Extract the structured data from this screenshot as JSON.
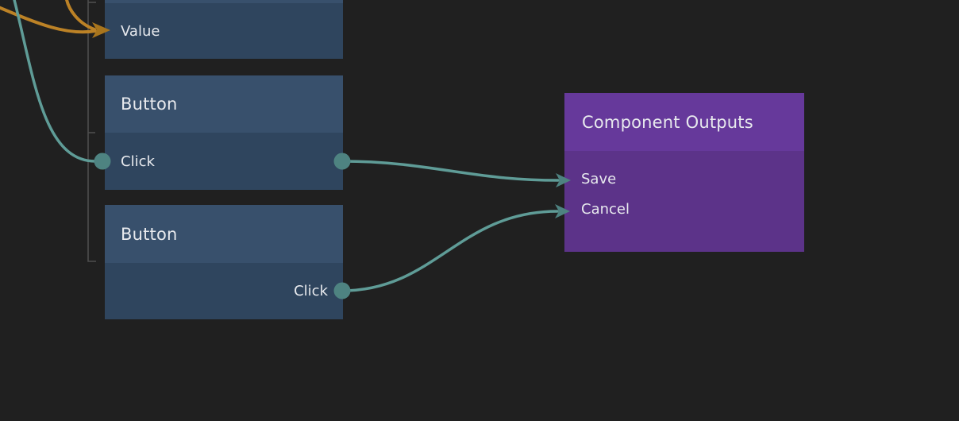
{
  "canvas": {
    "kind": "node-graph-editor",
    "background": "#202020"
  },
  "colors": {
    "blue_node_header": "#38506C",
    "blue_node_body": "#2F455E",
    "purple_node_header": "#66399B",
    "purple_node_body": "#5C3389",
    "wire_teal": "#5F9C97",
    "port_teal": "#4E8381",
    "wire_orange": "#BC8226",
    "orange_arrowhead": "#A8751D",
    "connector_line": "#4D4D4D",
    "text": "#E8EAEE"
  },
  "value_node": {
    "row": "Value"
  },
  "button_node_1": {
    "title": "Button",
    "row": "Click"
  },
  "button_node_2": {
    "title": "Button",
    "row": "Click"
  },
  "outputs_node": {
    "title": "Component Outputs",
    "rows": [
      "Save",
      "Cancel"
    ]
  },
  "connections": [
    {
      "from": "off-screen-left",
      "to": "value-node.value",
      "color": "orange",
      "end": "arrowhead"
    },
    {
      "from": "off-screen-top",
      "to": "value-node.value",
      "color": "orange",
      "end": "arrowhead"
    },
    {
      "from": "off-screen-top-left",
      "to": "button-node-1.click-input-port",
      "color": "teal",
      "end": "port"
    },
    {
      "from": "button-node-1.click-output-port",
      "to": "outputs-node.save",
      "color": "teal",
      "end": "arrowhead"
    },
    {
      "from": "button-node-2.click-output-port",
      "to": "outputs-node.cancel",
      "color": "teal",
      "end": "arrowhead"
    }
  ]
}
